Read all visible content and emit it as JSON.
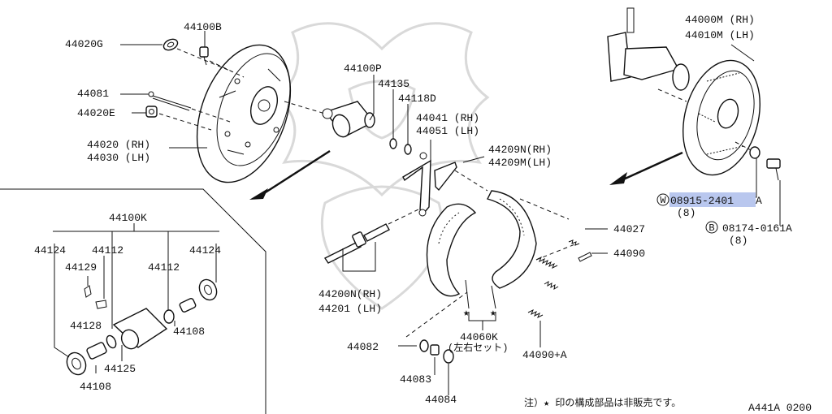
{
  "diagram_code": "A441A 0200",
  "footnote": "注）★ 印の構成部品は非販売です。",
  "labels": {
    "p44100B": "44100B",
    "p44020G": "44020G",
    "p44081": "44081",
    "p44020E": "44020E",
    "p44020": "44020 (RH)",
    "p44030": "44030 (LH)",
    "p44100P": "44100P",
    "p44135": "44135",
    "p44118D": "44118D",
    "p44041": "44041 (RH)",
    "p44051": "44051 (LH)",
    "p44209N": "44209N(RH)",
    "p44209M": "44209M(LH)",
    "p44000M": "44000M (RH)",
    "p44010M": "44010M (LH)",
    "p44100K": "44100K",
    "p44124a": "44124",
    "p44129": "44129",
    "p44112a": "44112",
    "p44112b": "44112",
    "p44124b": "44124",
    "p44128": "44128",
    "p44108a": "44108",
    "p44125": "44125",
    "p44108b": "44108",
    "p44200N": "44200N(RH)",
    "p44201": "44201  (LH)",
    "p44027": "44027",
    "p44090": "44090",
    "p44082": "44082",
    "p44083": "44083",
    "p44084": "44084",
    "p44060K": "44060K",
    "p44060K_note": "(左右セット)",
    "p44090A": "44090+A",
    "w_prefix": "W",
    "w_part": "08915-2401",
    "w_suffix": "A",
    "w_qty": "(8)",
    "b_prefix": "B",
    "b_part": "08174-0161A",
    "b_qty": "(8)"
  }
}
